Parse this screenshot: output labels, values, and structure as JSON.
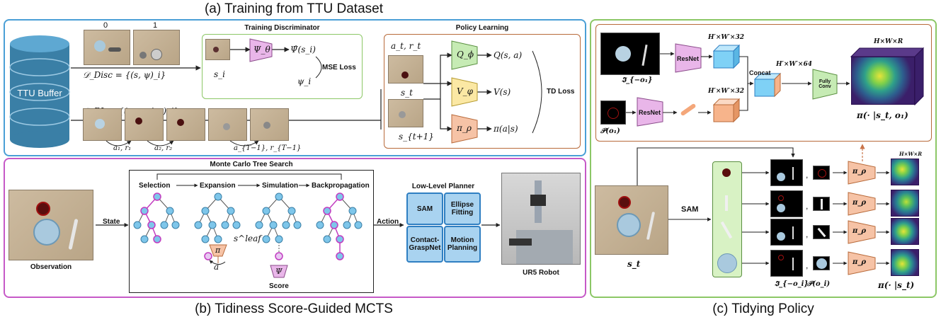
{
  "captions": {
    "a": "(a) Training from TTU Dataset",
    "b": "(b) Tidiness Score-Guided MCTS",
    "c": "(c) Tidying Policy"
  },
  "panel_a": {
    "buffer_label": "TTU Buffer",
    "frame_indices": [
      "0",
      "1"
    ],
    "d_disc": "𝒟_Disc = {(s, ψ)_i}",
    "d_rl": "𝒟_RL = {(s, a, s′, r)_j}",
    "transitions": [
      "a₁, r₁",
      "a₂, r₂",
      "a_{T−1}, r_{T−1}"
    ],
    "discriminator": {
      "title": "Training Discriminator",
      "s_i": "s_i",
      "net": "Ψ_θ",
      "psi_hat": "Ψ̂(s_i)",
      "psi": "ψ_i",
      "loss": "MSE Loss"
    },
    "policy": {
      "title": "Policy Learning",
      "at_rt": "a_t, r_t",
      "s_t": "s_t",
      "s_t1": "s_{t+1}",
      "q_net": "Q_ϕ",
      "v_net": "V_φ",
      "pi_net": "π_ρ",
      "q_out": "Q(s, a)",
      "v_out": "V(s)",
      "pi_out": "π(a|s)",
      "loss": "TD Loss"
    }
  },
  "panel_b": {
    "observation": "Observation",
    "state": "State",
    "action": "Action",
    "mcts_title": "Monte Carlo Tree Search",
    "stages": [
      "Selection",
      "Expansion",
      "Simulation",
      "Backpropagation"
    ],
    "s_leaf": "s^leaf",
    "pi": "π",
    "a": "a",
    "psi": "Ψ",
    "score": "Score",
    "llp_title": "Low-Level Planner",
    "llp_items": [
      "SAM",
      "Ellipse Fitting",
      "Contact-GraspNet",
      "Motion Planning"
    ],
    "robot": "UR5 Robot"
  },
  "panel_c": {
    "i_o1": "𝕴_{−o₁}",
    "p_o1": "𝒫(o₁)",
    "resnet": "ResNet",
    "feat32a": "H′×W′×32",
    "feat32b": "H′×W′×32",
    "concat": "Concat",
    "feat64": "H′×W′×64",
    "fullyconv": "Fully Conv",
    "hwr_top": "H×W×R",
    "pi_o1": "π(· |s_t, o₁)",
    "sam": "SAM",
    "s_t": "s_t",
    "pi_rho": "π_ρ",
    "hwr_small": "H×W×R",
    "i_oi": "𝕴_{−o_i}",
    "p_oi": "𝒫(o_i)",
    "pi_st": "π(· |s_t)"
  },
  "colors": {
    "blue_panel": "#4a9fd6",
    "magenta_panel": "#c659c7",
    "green_panel": "#8cc766",
    "brown_panel": "#b86a3a",
    "pink_net": "#e9b6e9",
    "green_net": "#c6ebb4",
    "yellow_net": "#fbe8a4",
    "orange_net": "#f6c3a6",
    "node": "#7ec6ea",
    "node_hl": "#c23cc0"
  }
}
